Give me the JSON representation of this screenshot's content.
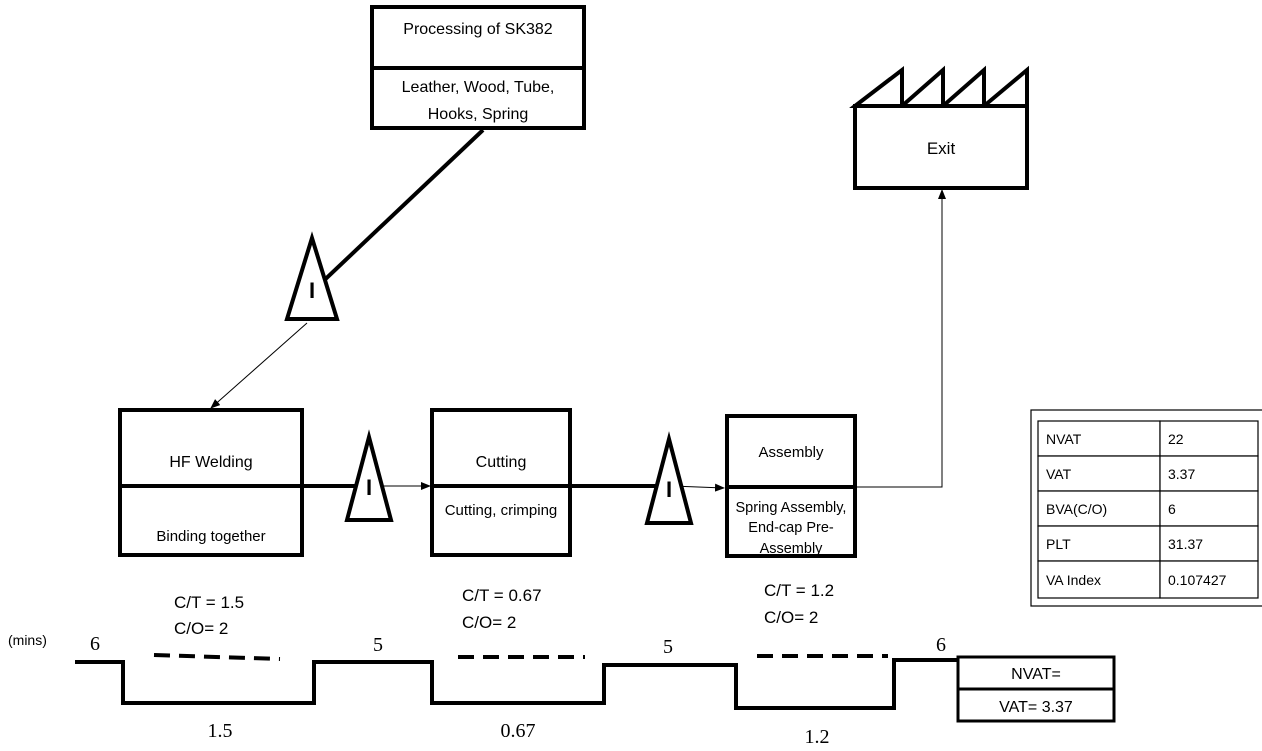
{
  "supplier": {
    "title": "Processing of SK382",
    "materials_line1": "Leather, Wood, Tube,",
    "materials_line2": "Hooks, Spring"
  },
  "exit": {
    "label": "Exit"
  },
  "processes": [
    {
      "name": "HF Welding",
      "detail_line1": "Binding together",
      "detail_line2": "",
      "detail_line3": "",
      "ct": "C/T = 1.5",
      "co": "C/O= 2"
    },
    {
      "name": "Cutting",
      "detail_line1": "Cutting, crimping",
      "detail_line2": "",
      "detail_line3": "",
      "ct": "C/T = 0.67",
      "co": "C/O= 2"
    },
    {
      "name": "Assembly",
      "detail_line1": "Spring Assembly,",
      "detail_line2": "End-cap Pre-",
      "detail_line3": "Assembly",
      "ct": "C/T = 1.2",
      "co": "C/O= 2"
    }
  ],
  "inventory_symbol": "I",
  "timeline": {
    "unit_label": "(mins)",
    "waits": [
      "6",
      "5",
      "5",
      "6"
    ],
    "process_times": [
      "1.5",
      "0.67",
      "1.2"
    ],
    "summary_nvat": "NVAT=",
    "summary_vat": "VAT= 3.37"
  },
  "metrics_table": {
    "rows": [
      {
        "label": "NVAT",
        "value": "22"
      },
      {
        "label": "VAT",
        "value": "3.37"
      },
      {
        "label": "BVA(C/O)",
        "value": "6"
      },
      {
        "label": "PLT",
        "value": "31.37"
      },
      {
        "label": "VA Index",
        "value": "0.107427"
      }
    ]
  }
}
